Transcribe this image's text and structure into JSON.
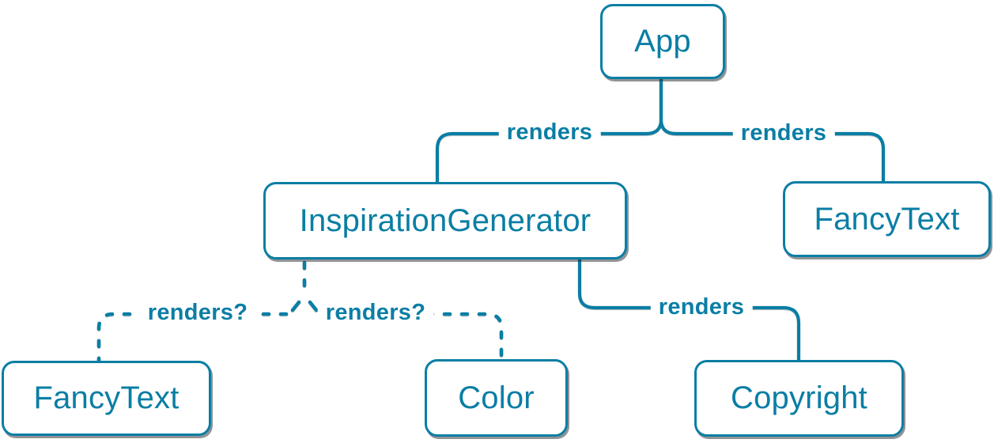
{
  "diagram_type": "component-render-tree",
  "colors": {
    "accent": "#0a7ea4",
    "node_background": "#ffffff",
    "node_shadow": "#23272f",
    "page_background": "#ffffff"
  },
  "nodes": {
    "app": {
      "label": "App"
    },
    "inspiration_generator": {
      "label": "InspirationGenerator"
    },
    "fancy_text_top": {
      "label": "FancyText"
    },
    "fancy_text_bottom": {
      "label": "FancyText"
    },
    "color": {
      "label": "Color"
    },
    "copyright": {
      "label": "Copyright"
    }
  },
  "edges": {
    "app_to_inspiration_generator": {
      "label": "renders",
      "style": "solid"
    },
    "app_to_fancy_text": {
      "label": "renders",
      "style": "solid"
    },
    "inspiration_generator_to_copyright": {
      "label": "renders",
      "style": "solid"
    },
    "inspiration_generator_to_fancy_text": {
      "label": "renders?",
      "style": "dashed"
    },
    "inspiration_generator_to_color": {
      "label": "renders?",
      "style": "dashed"
    }
  }
}
